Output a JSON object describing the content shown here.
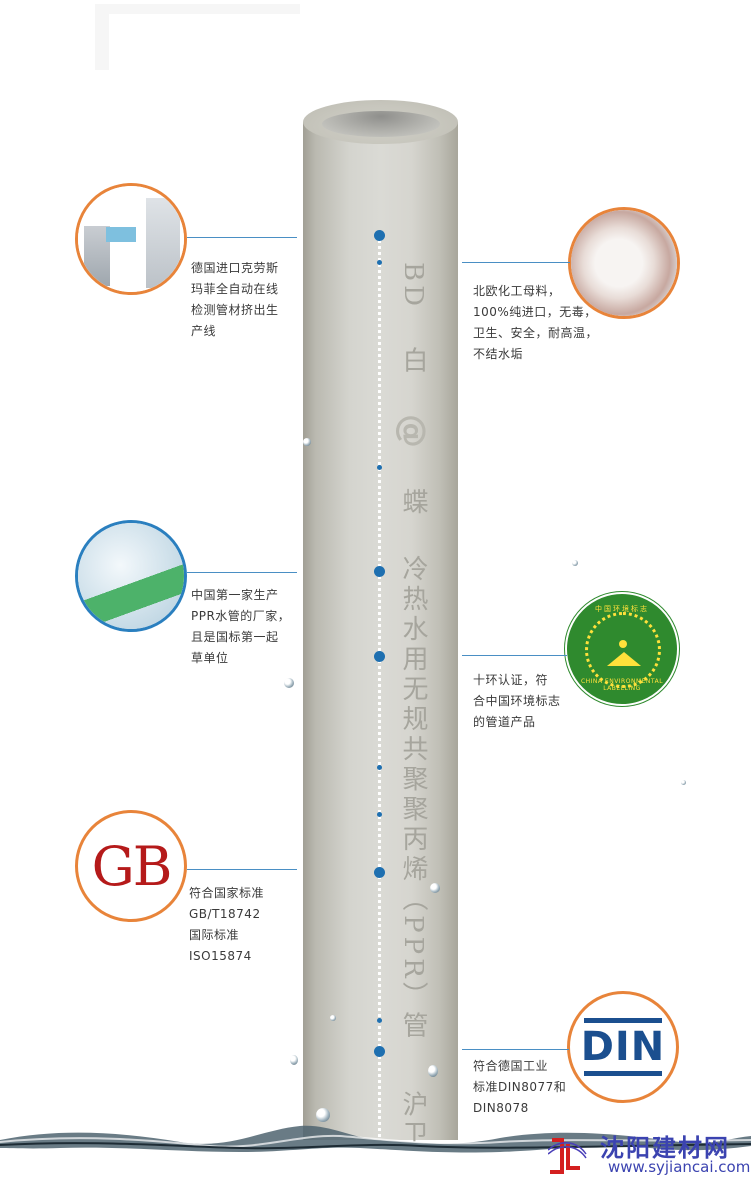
{
  "product": {
    "pipe_print_text": "BD 白 @ 蝶 冷热水用无规共聚聚丙烯（PPR）管 沪卫水字（",
    "pipe_print_segments": [
      "BD",
      "白",
      "@",
      "蝶",
      "冷热水用无规共聚聚丙烯（PPR）管",
      "沪卫水字（"
    ]
  },
  "features": [
    {
      "side": "left",
      "image": "extrusion-production-line-photo",
      "lines": [
        "德国进口克劳斯",
        "玛菲全自动在线",
        "检测管材挤出生",
        "产线"
      ]
    },
    {
      "side": "right",
      "image": "raw-material-granules-photo",
      "lines": [
        "北欧化工母料，",
        "100%纯进口，无毒，",
        "卫生、安全，耐高温，",
        "不结水垢"
      ]
    },
    {
      "side": "left",
      "image": "green-ppr-pipe-in-water-photo",
      "lines": [
        "中国第一家生产",
        "PPR水管的厂家，",
        "且是国标第一起",
        "草单位"
      ]
    },
    {
      "side": "right",
      "image": "china-environmental-labelling-logo",
      "logo_top_text": "中国环境标志",
      "logo_bottom_text": "CHINA ENVIRONMENTAL LABELLING",
      "lines": [
        "十环认证，符",
        "合中国环境标志",
        "的管道产品"
      ]
    },
    {
      "side": "left",
      "image": "gb-standard-logo",
      "logo_text": "GB",
      "lines": [
        "符合国家标准",
        "GB/T18742",
        "国际标准",
        "ISO15874"
      ]
    },
    {
      "side": "right",
      "image": "din-standard-logo",
      "logo_text": "DIN",
      "lines": [
        "符合德国工业",
        "标准DIN8077和",
        "DIN8078"
      ]
    }
  ],
  "watermark": {
    "title": "沈阳建材网",
    "url": "www.syjiancai.com"
  },
  "colors": {
    "accent_orange": "#e8843a",
    "connector_blue": "#4a8fc4",
    "dot_blue": "#1e6fb0",
    "gb_red": "#b51a1a",
    "din_blue": "#1b4f8f",
    "eco_green": "#2f8a2e",
    "watermark_blue": "#3b43b0"
  }
}
